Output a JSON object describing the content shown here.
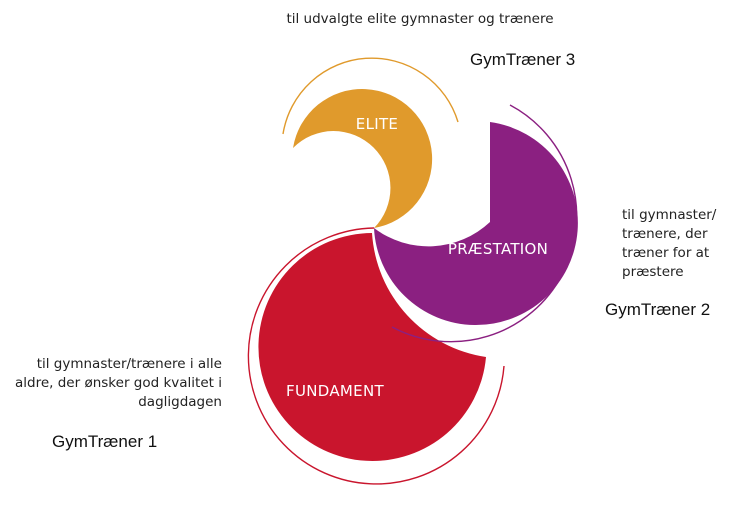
{
  "segments": {
    "elite": {
      "label": "ELITE",
      "color": "#E09A2C",
      "description": "til udvalgte elite gymnaster og trænere",
      "level_name": "GymTræner 3"
    },
    "praestation": {
      "label": "PRÆSTATION",
      "color": "#8B2081",
      "description": "til gymnaster/ trænere, der træner for at præstere",
      "level_name": "GymTræner 2"
    },
    "fundament": {
      "label": "FUNDAMENT",
      "color": "#C9152D",
      "description": "til gymnaster/trænere i alle aldre, der ønsker god kvalitet i dagligdagen",
      "level_name": "GymTræner 1"
    }
  }
}
